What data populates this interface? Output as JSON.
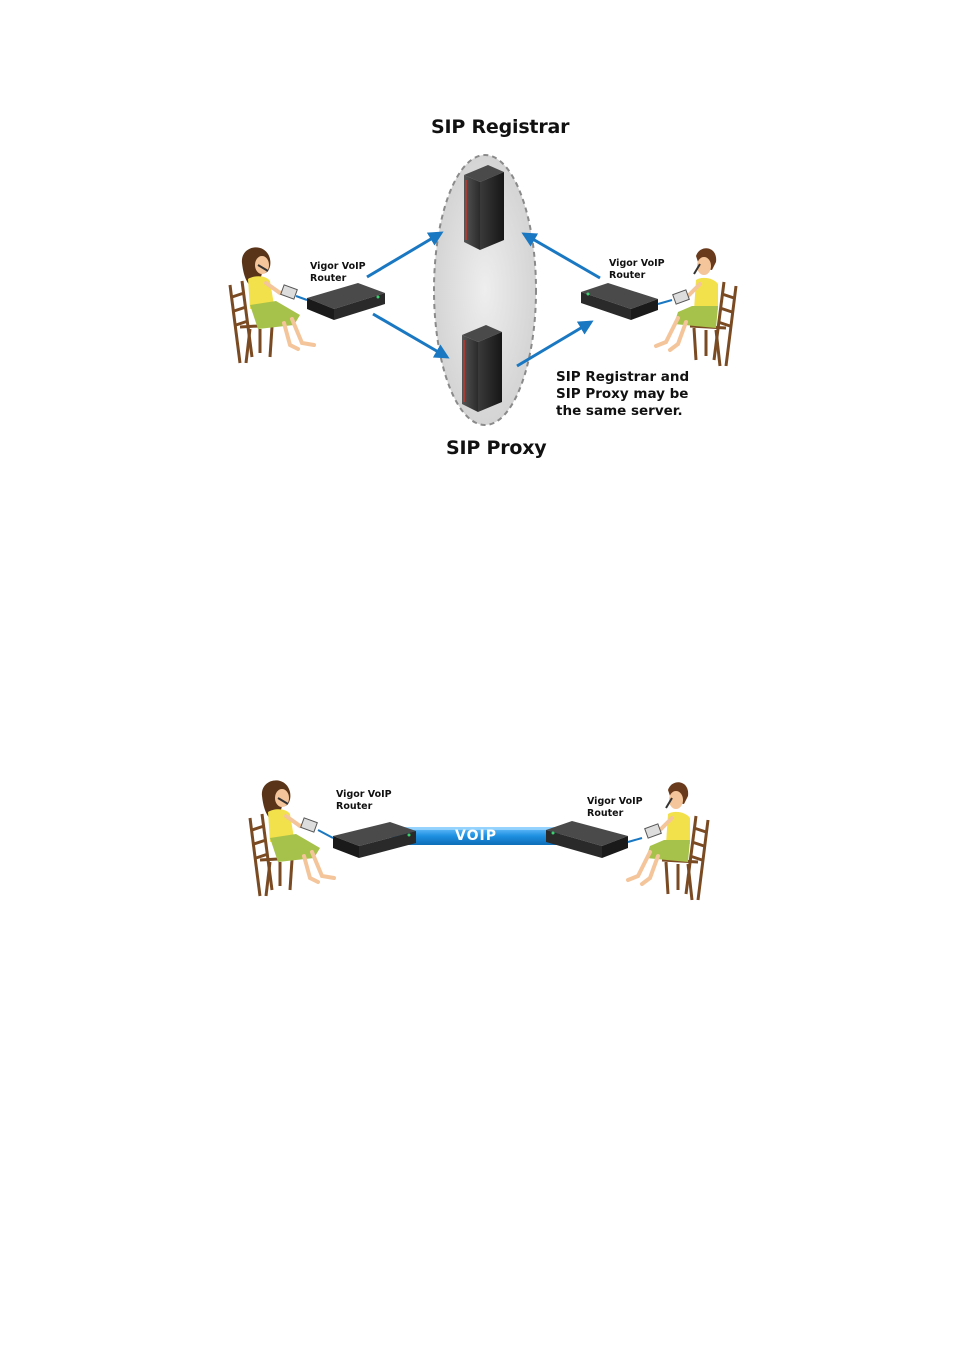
{
  "diagram_top": {
    "registrar_title": "SIP Registrar",
    "proxy_title": "SIP Proxy",
    "left_router_label": "Vigor VoIP\nRouter",
    "right_router_label": "Vigor VoIP\nRouter",
    "note": "SIP Registrar and\nSIP Proxy may be\nthe same server."
  },
  "diagram_bottom": {
    "left_router_label": "Vigor VoIP\nRouter",
    "right_router_label": "Vigor VoIP\nRouter",
    "link_label": "VOIP"
  },
  "colors": {
    "arrow_blue": "#1a78c2",
    "voip_bar": "#1e8fe0",
    "cluster_fill": "#d8d8d8",
    "server_dark": "#222222",
    "router_dark": "#2a2a2a",
    "shirt_yellow": "#f2e14b",
    "skirt_green": "#a7c24a",
    "chair_brown": "#7a4a22",
    "hair_brown": "#5a3418"
  }
}
